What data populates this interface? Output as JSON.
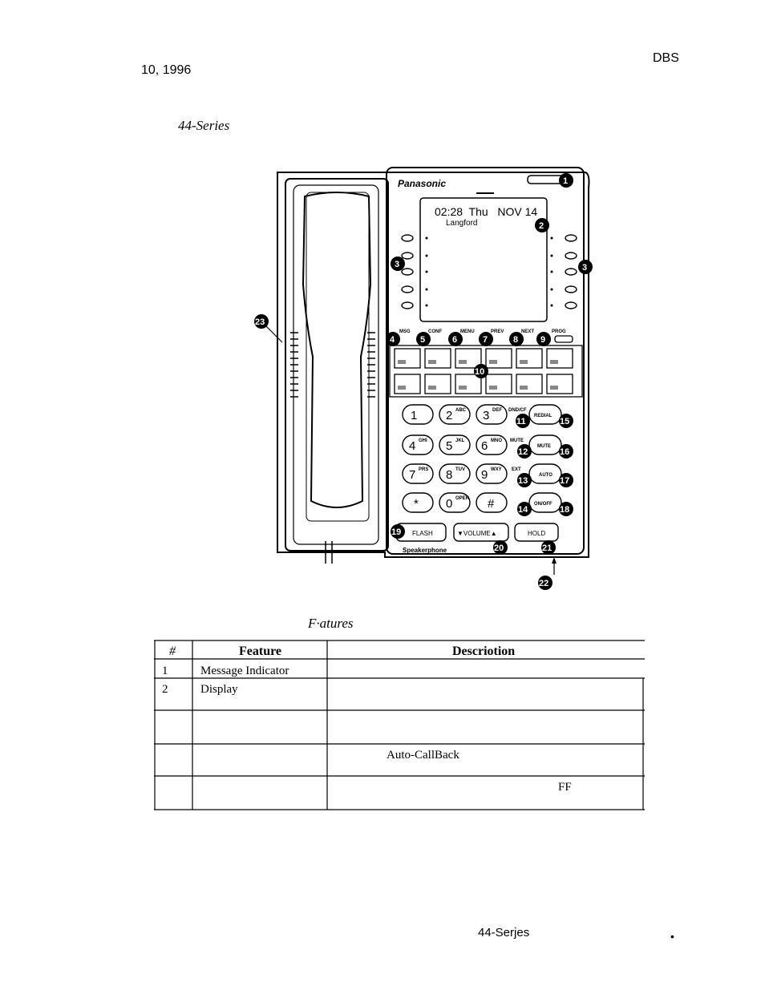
{
  "header": {
    "date": "10, 1996",
    "brand": "DBS"
  },
  "section_title": "44-Series",
  "phone": {
    "brand_logo": "Panasonic",
    "display_line1": "02:28  Thu   NOV 14",
    "display_line2": "Langford",
    "function_keys": [
      "MSG",
      "CONF",
      "MENU",
      "PREV",
      "NEXT",
      "PROG"
    ],
    "dial_keys": [
      {
        "digit": "1",
        "letters": ""
      },
      {
        "digit": "2",
        "letters": "ABC"
      },
      {
        "digit": "3",
        "letters": "DEF"
      },
      {
        "digit": "4",
        "letters": "GHI"
      },
      {
        "digit": "5",
        "letters": "JKL"
      },
      {
        "digit": "6",
        "letters": "MNO"
      },
      {
        "digit": "7",
        "letters": "PRS"
      },
      {
        "digit": "8",
        "letters": "TUV"
      },
      {
        "digit": "9",
        "letters": "WXY"
      },
      {
        "digit": "*",
        "letters": ""
      },
      {
        "digit": "0",
        "letters": "OPER"
      },
      {
        "digit": "#",
        "letters": ""
      }
    ],
    "side_labels": {
      "dnd": "DND/CF",
      "mute": "MUTE",
      "ext": "EXT"
    },
    "right_buttons": [
      "REDIAL",
      "MUTE",
      "AUTO",
      "ON/OFF"
    ],
    "bottom_buttons": {
      "flash": "FLASH",
      "volume": "▼VOLUME▲",
      "hold": "HOLD"
    },
    "speakerphone_label": "Speakerphone",
    "callouts": [
      "1",
      "2",
      "3",
      "3",
      "4",
      "5",
      "6",
      "7",
      "8",
      "9",
      "10",
      "11",
      "12",
      "13",
      "14",
      "15",
      "16",
      "17",
      "18",
      "19",
      "20",
      "21",
      "22",
      "23"
    ]
  },
  "caption": "F·atures",
  "table": {
    "headers": [
      "#",
      "Feature",
      "Descriotion"
    ],
    "rows": [
      {
        "num": "1",
        "feature": "Message Indicator",
        "description": ""
      },
      {
        "num": "2",
        "feature": "Display",
        "description": ""
      },
      {
        "num": "",
        "feature": "",
        "description": ""
      },
      {
        "num": "",
        "feature": "",
        "description": "Auto-CallBack"
      },
      {
        "num": "",
        "feature": "",
        "description": "FF"
      }
    ]
  },
  "footer": {
    "series": "44-Serjes",
    "dot": "•"
  }
}
